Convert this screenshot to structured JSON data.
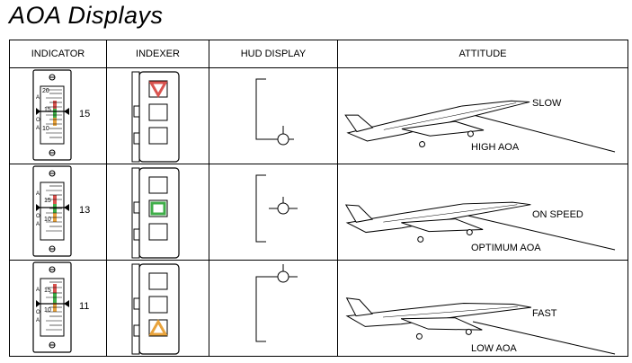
{
  "title": "AOA Displays",
  "headers": [
    "INDICATOR",
    "INDEXER",
    "HUD DISPLAY",
    "ATTITUDE"
  ],
  "indicator_scale": {
    "high": "20",
    "mid": "15",
    "low": "10",
    "side_letters": [
      "A",
      "O",
      "A"
    ]
  },
  "rows": [
    {
      "aoa_value": "15",
      "indexer_lit": "top",
      "indexer_color": "#d9534f",
      "speed_label": "SLOW",
      "attitude_label": "HIGH AOA"
    },
    {
      "aoa_value": "13",
      "indexer_lit": "middle",
      "indexer_color": "#3fae49",
      "speed_label": "ON SPEED",
      "attitude_label": "OPTIMUM AOA"
    },
    {
      "aoa_value": "11",
      "indexer_lit": "bottom",
      "indexer_color": "#e8a33c",
      "speed_label": "FAST",
      "attitude_label": "LOW AOA"
    }
  ]
}
